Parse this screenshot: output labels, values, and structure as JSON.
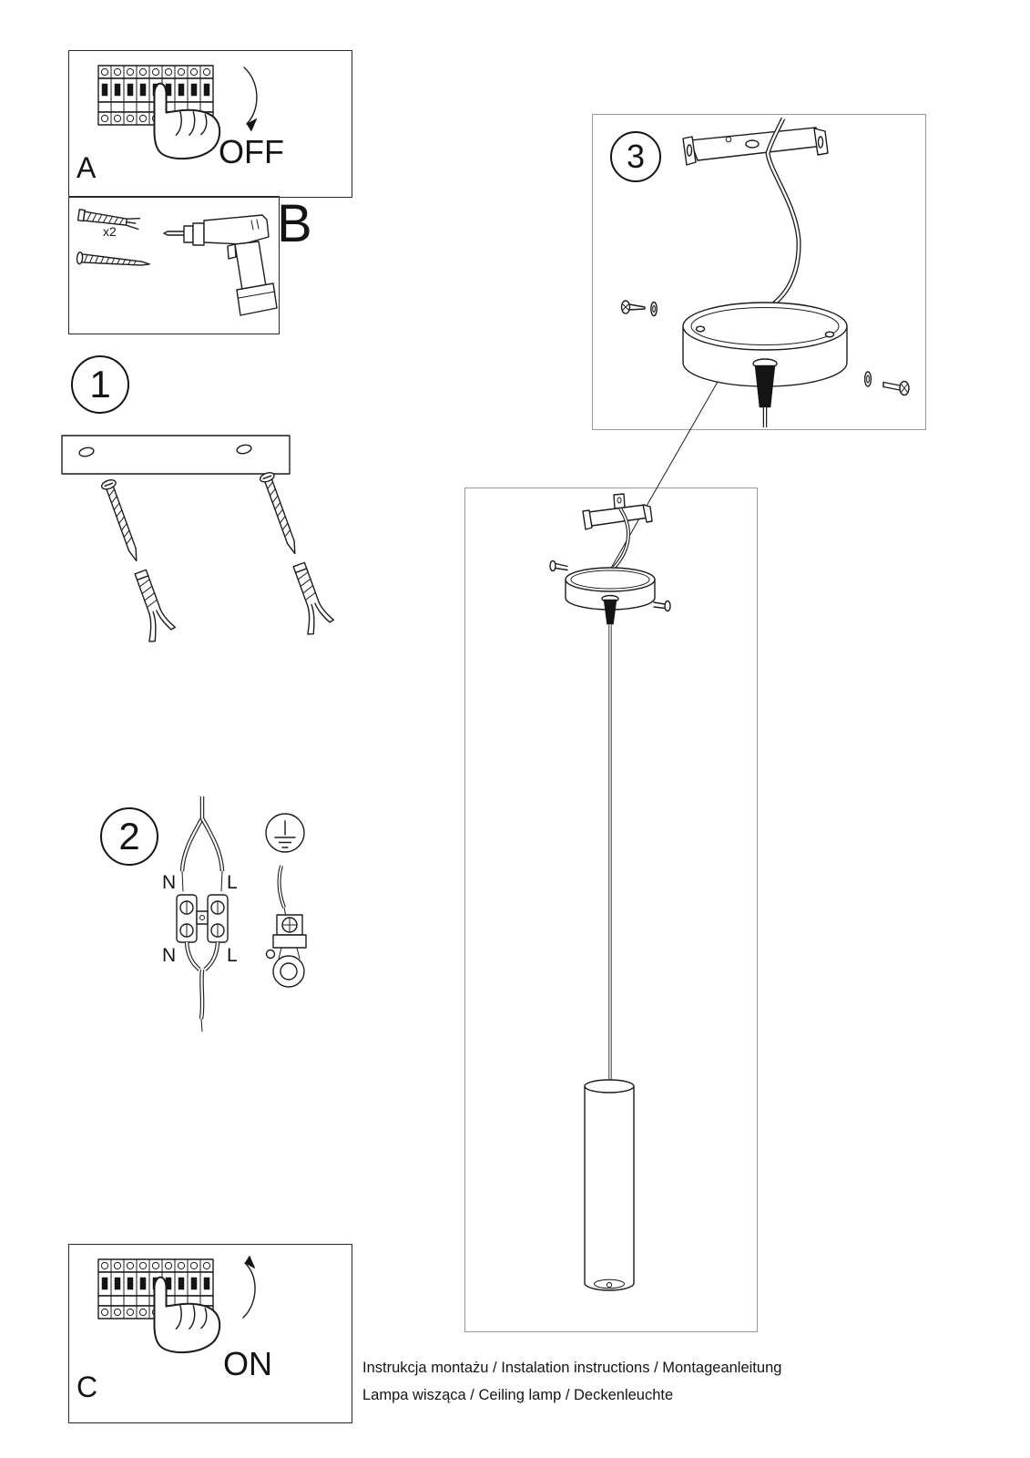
{
  "colors": {
    "line": "#1c1c1c",
    "background": "#ffffff",
    "box_border_light": "#9a9a9a"
  },
  "panel_a": {
    "label": "A",
    "action": "OFF"
  },
  "panel_b": {
    "label": "B",
    "quantity_label": "x2"
  },
  "panel_c": {
    "label": "C",
    "action": "ON"
  },
  "step_1": {
    "number": "1"
  },
  "step_2": {
    "number": "2",
    "terminals": {
      "top_left": "N",
      "top_right": "L",
      "bottom_left": "N",
      "bottom_right": "L"
    }
  },
  "step_3": {
    "number": "3"
  },
  "footer": {
    "line_1": "Instrukcja montażu / Instalation instructions / Montageanleitung",
    "line_2": "Lampa wisząca / Ceiling lamp / Deckenleuchte"
  }
}
